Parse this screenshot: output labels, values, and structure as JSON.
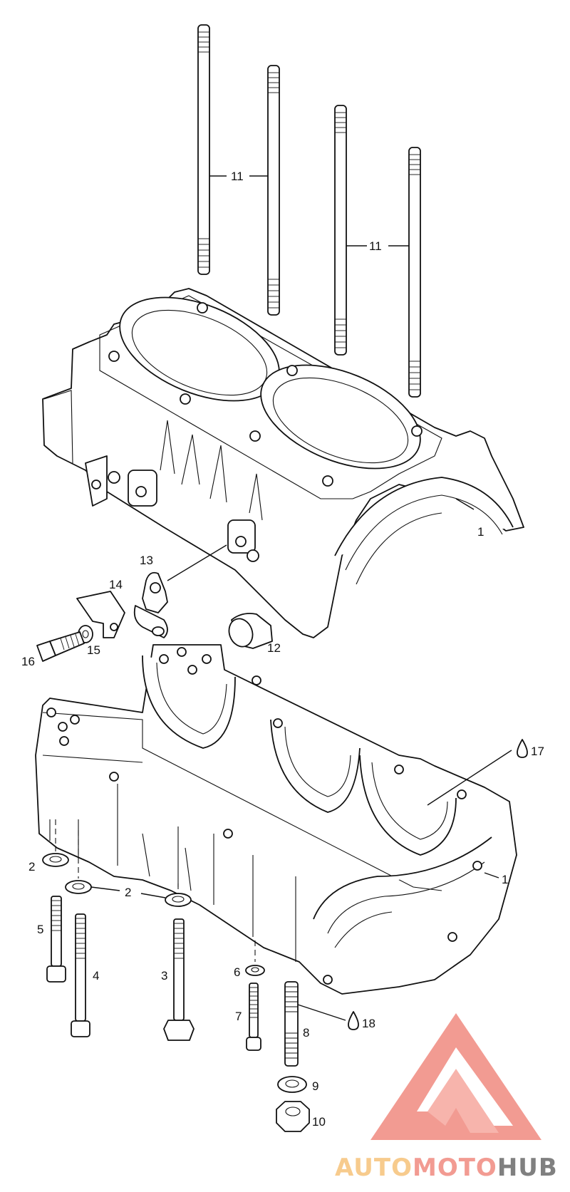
{
  "callouts": [
    {
      "id": "c1a",
      "text": "1"
    },
    {
      "id": "c1b",
      "text": "1"
    },
    {
      "id": "c2a",
      "text": "2"
    },
    {
      "id": "c2b",
      "text": "2"
    },
    {
      "id": "c3",
      "text": "3"
    },
    {
      "id": "c4",
      "text": "4"
    },
    {
      "id": "c5",
      "text": "5"
    },
    {
      "id": "c6",
      "text": "6"
    },
    {
      "id": "c7",
      "text": "7"
    },
    {
      "id": "c8",
      "text": "8"
    },
    {
      "id": "c9",
      "text": "9"
    },
    {
      "id": "c10",
      "text": "10"
    },
    {
      "id": "c11a",
      "text": "11"
    },
    {
      "id": "c11b",
      "text": "11"
    },
    {
      "id": "c12",
      "text": "12"
    },
    {
      "id": "c13",
      "text": "13"
    },
    {
      "id": "c14",
      "text": "14"
    },
    {
      "id": "c15",
      "text": "15"
    },
    {
      "id": "c16",
      "text": "16"
    },
    {
      "id": "c17",
      "text": "17"
    },
    {
      "id": "c18",
      "text": "18"
    }
  ],
  "watermark": {
    "brand_part1": "AUTO",
    "brand_part2": "MOTO",
    "brand_part3": "HUB",
    "colors": {
      "primary": "#f08a80",
      "accent": "#f6c27a",
      "dark": "#6b6b6b"
    }
  },
  "icons": [
    "oil-drop-icon",
    "logo-triangle-icon"
  ]
}
